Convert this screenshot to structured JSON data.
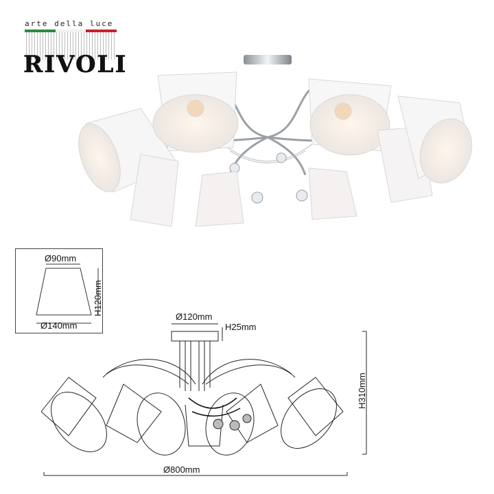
{
  "logo": {
    "tagline": "arte della luce",
    "brand": "RIVOLI",
    "flag_colors": [
      "#2e8b3e",
      "#ffffff",
      "#c8202a"
    ]
  },
  "product_photo": {
    "description": "8-arm chrome ceiling chandelier with white fabric shades and crystal drops",
    "shade_count": 8,
    "finish_color": "#c0c4c8",
    "shade_color": "#f6f4f4"
  },
  "shade_diagram": {
    "top_diameter": "Ø90mm",
    "bottom_diameter": "Ø140mm",
    "height": "H120mm"
  },
  "fixture_diagram": {
    "canopy_diameter": "Ø120mm",
    "canopy_height": "H25mm",
    "total_height": "H310mm",
    "total_diameter": "Ø800mm"
  }
}
